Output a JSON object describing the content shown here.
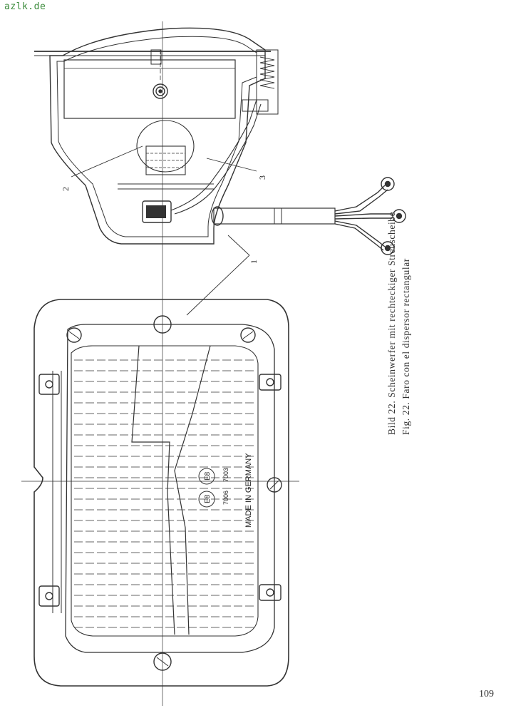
{
  "watermark": "azlk.de",
  "page_number": "109",
  "caption": {
    "line_de": "Bild 22. Scheinwerfer mit rechteckiger Streuscheibe",
    "line_es": "Fig. 22. Faro con el dispersor rectangular"
  },
  "callouts": {
    "c1": "1",
    "c2": "2",
    "c3": "3"
  },
  "lens_marking": {
    "made_in": "MADE IN GERMANY",
    "code_a": "E8",
    "code_b": "E8",
    "num_a": "7006",
    "num_b": "7003"
  }
}
